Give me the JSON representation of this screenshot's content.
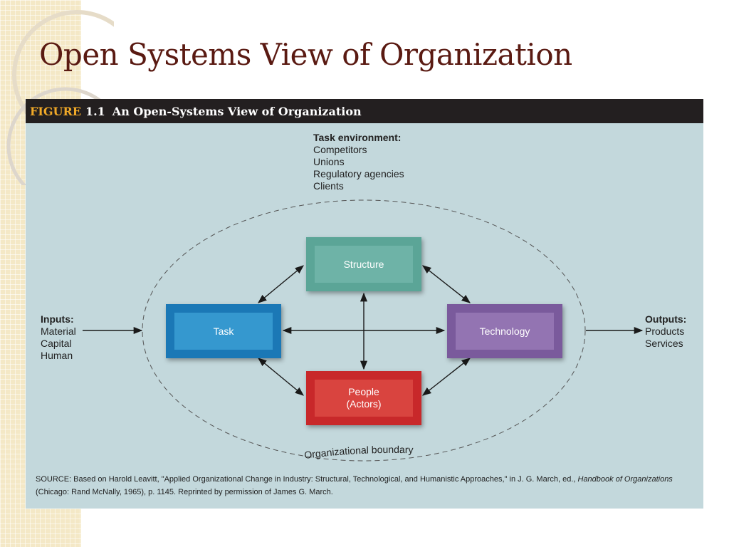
{
  "slide": {
    "title": "Open Systems View of Organization"
  },
  "figure": {
    "label": "FIGURE",
    "number": "1.1",
    "title": "An Open-Systems View of Organization"
  },
  "task_environment": {
    "heading": "Task environment:",
    "items": [
      "Competitors",
      "Unions",
      "Regulatory agencies",
      "Clients"
    ]
  },
  "inputs": {
    "heading": "Inputs:",
    "items": [
      "Material",
      "Capital",
      "Human"
    ]
  },
  "outputs": {
    "heading": "Outputs:",
    "items": [
      "Products",
      "Services"
    ]
  },
  "nodes": {
    "structure": "Structure",
    "task": "Task",
    "technology": "Technology",
    "people": "People\n(Actors)"
  },
  "boundary_label": "Organizational boundary",
  "source": {
    "prefix": "SOURCE: Based on Harold Leavitt, \"Applied Organizational Change in Industry: Structural, Technological, and Humanistic Approaches,\" in J. G. March, ed., ",
    "book": "Handbook of Organizations",
    "suffix": " (Chicago: Rand McNally, 1965), p. 1145. Reprinted by permission of James G. March."
  },
  "colors": {
    "title": "#5a1a12",
    "figure_bg": "#c3d8dc",
    "figure_label": "#f0a928",
    "structure": "#5ba597",
    "task": "#1b78b6",
    "technology": "#7a5a9c",
    "people": "#c8282a"
  }
}
